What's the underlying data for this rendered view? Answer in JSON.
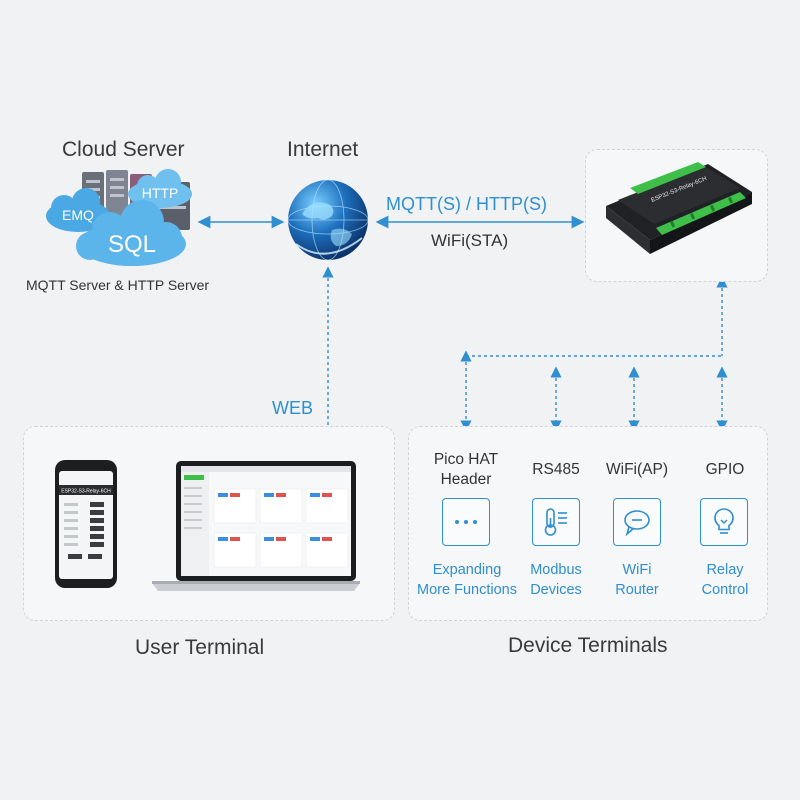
{
  "cloud": {
    "title": "Cloud Server",
    "caption": "MQTT Server & HTTP Server",
    "tags": {
      "emq": "EMQ",
      "http": "HTTP",
      "sql": "SQL"
    }
  },
  "internet": {
    "title": "Internet"
  },
  "links": {
    "protocol": "MQTT(S) / HTTP(S)",
    "wifi": "WiFi(STA)",
    "web": "WEB"
  },
  "device": {
    "board_label": "ESP32-S3-Relay-6CH"
  },
  "user_terminal": {
    "title": "User Terminal"
  },
  "device_terminals": {
    "title": "Device Terminals",
    "items": [
      {
        "label_line1": "Pico HAT",
        "label_line2": "Header",
        "icon": "dots-icon",
        "sub_line1": "Expanding",
        "sub_line2": "More Functions"
      },
      {
        "label_line1": "RS485",
        "label_line2": "",
        "icon": "thermometer-icon",
        "sub_line1": "Modbus",
        "sub_line2": "Devices"
      },
      {
        "label_line1": "WiFi(AP)",
        "label_line2": "",
        "icon": "chat-bubble-icon",
        "sub_line1": "WiFi",
        "sub_line2": "Router"
      },
      {
        "label_line1": "GPIO",
        "label_line2": "",
        "icon": "lightbulb-icon",
        "sub_line1": "Relay",
        "sub_line2": "Control"
      }
    ]
  },
  "colors": {
    "accent": "#2f8fd0",
    "cloud": "#5bb4ea",
    "board": "#2b2d30",
    "terminal_green": "#3fbf4a"
  }
}
